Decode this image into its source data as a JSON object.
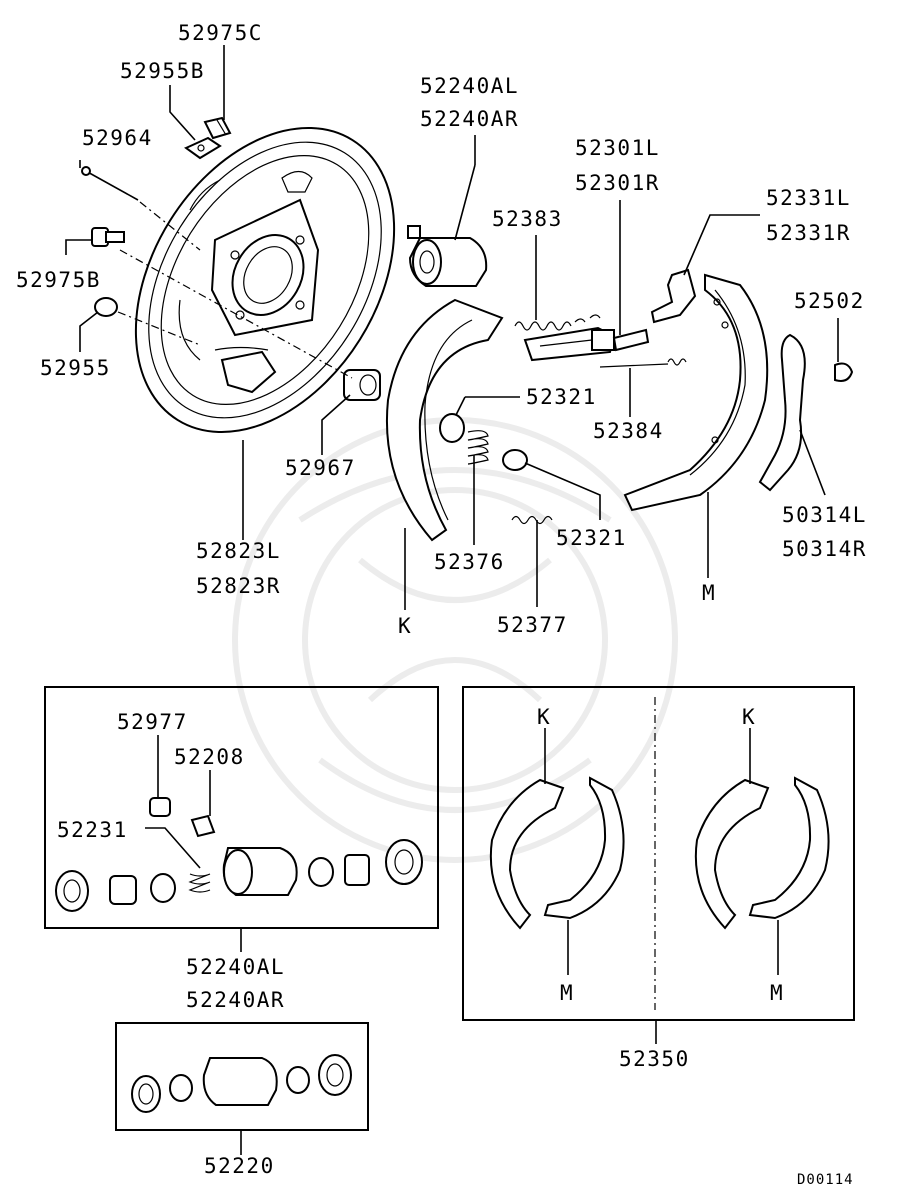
{
  "labels": {
    "p52975C": "52975C",
    "p52955B": "52955B",
    "p52964": "52964",
    "p52975B": "52975B",
    "p52955": "52955",
    "p52967": "52967",
    "p52823L": "52823L",
    "p52823R": "52823R",
    "p52240AL": "52240AL",
    "p52240AR": "52240AR",
    "p52383": "52383",
    "p52301L": "52301L",
    "p52301R": "52301R",
    "p52331L": "52331L",
    "p52331R": "52331R",
    "p52502": "52502",
    "p52321a": "52321",
    "p52384": "52384",
    "p52321b": "52321",
    "p52376": "52376",
    "p52377": "52377",
    "p50314L": "50314L",
    "p50314R": "50314R",
    "K": "K",
    "M": "M",
    "p52977": "52977",
    "p52208": "52208",
    "p52231": "52231",
    "box_52240AL": "52240AL",
    "box_52240AR": "52240AR",
    "p52220": "52220",
    "kit_K_left": "K",
    "kit_M_left": "M",
    "kit_K_right": "K",
    "kit_M_right": "M",
    "p52350": "52350",
    "code": "D00114"
  }
}
